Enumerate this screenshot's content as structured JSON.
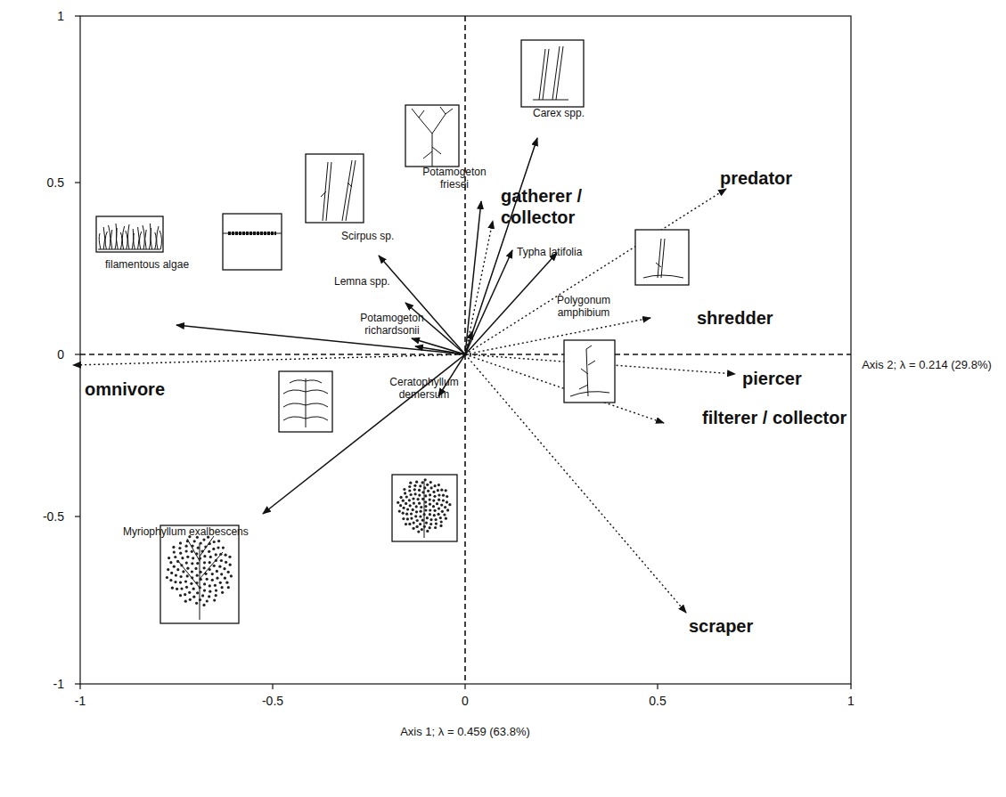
{
  "diagram": {
    "labels": [
      "1",
      "0.5",
      "0",
      "-0.5",
      "-1",
      "-1",
      "-0.5",
      "0",
      "0.5",
      "1",
      "Axis 1; λ = 0.459 (63.8%)",
      "Axis 2; λ = 0.214 (29.8%)",
      "Carex spp.",
      "Potamogeton friesei",
      "gatherer / collector",
      "predator",
      "Scirpus sp.",
      "filamentous algae",
      "Lemna spp.",
      "Typha latifolia",
      "Polygonum amphibium",
      "Potamogeton richardsonii",
      "shredder",
      "omnivore",
      "piercer",
      "Ceratophyllum demersum",
      "filterer / collector",
      "Myriophyllum exalbescens",
      "scraper"
    ]
  }
}
